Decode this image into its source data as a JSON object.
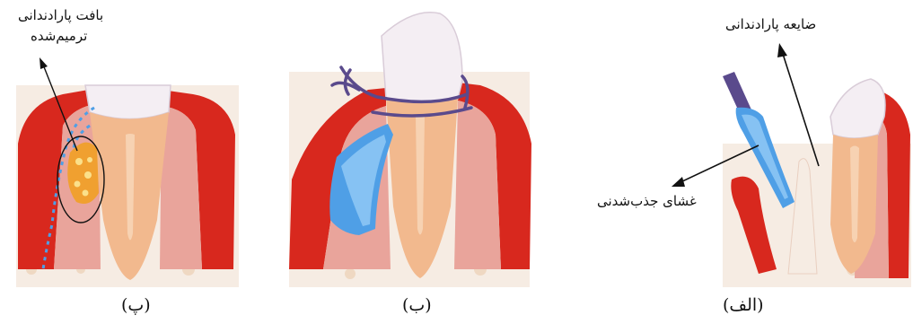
{
  "panel_p": {
    "caption": "(پ)",
    "label_line1": "بافت پارادندانی",
    "label_line2": "ترمیم‌شده"
  },
  "panel_b": {
    "caption": "(ب)"
  },
  "panel_alef": {
    "caption": "(الف)",
    "label_defect": "ضایعه پارادندانی",
    "label_membrane": "غشای جذب‌شدنی"
  },
  "colors": {
    "gum_red": "#d8281e",
    "gum_pink": "#e9a49b",
    "bone": "#f6ece3",
    "tooth": "#f2b98e",
    "enamel": "#f4eef3",
    "membrane_blue": "#4f9fe6",
    "suture_purple": "#5a4a8c",
    "regen_orange": "#f0a030"
  }
}
